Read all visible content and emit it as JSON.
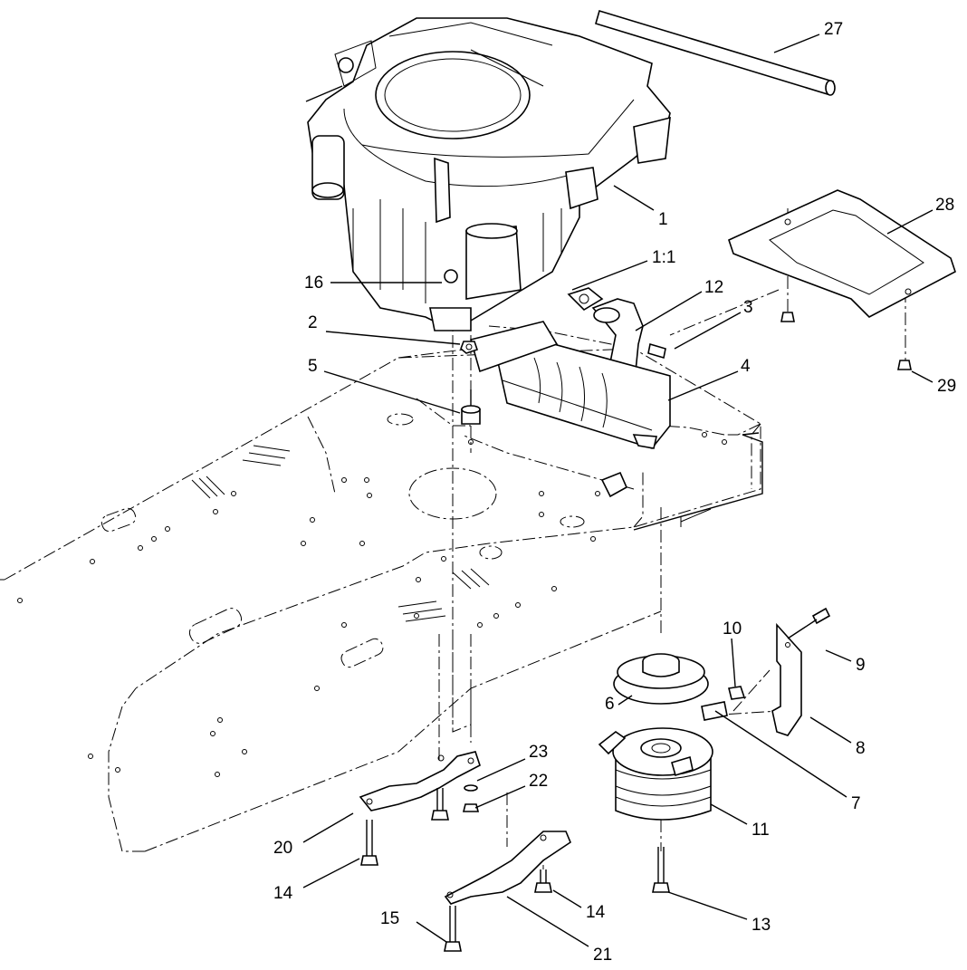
{
  "diagram": {
    "callouts": [
      {
        "id": "c27",
        "label": "27",
        "part": "tube"
      },
      {
        "id": "c28",
        "label": "28",
        "part": "gasket-plate"
      },
      {
        "id": "c1",
        "label": "1",
        "part": "engine"
      },
      {
        "id": "c1-1",
        "label": "1:1",
        "part": "exhaust-gasket"
      },
      {
        "id": "c12",
        "label": "12",
        "part": "exhaust-pipe"
      },
      {
        "id": "c3",
        "label": "3",
        "part": "bolt"
      },
      {
        "id": "c16",
        "label": "16",
        "part": "engine-mount-bolt"
      },
      {
        "id": "c2",
        "label": "2",
        "part": "nut"
      },
      {
        "id": "c5",
        "label": "5",
        "part": "spacer"
      },
      {
        "id": "c4",
        "label": "4",
        "part": "muffler"
      },
      {
        "id": "c29",
        "label": "29",
        "part": "screw"
      },
      {
        "id": "c10",
        "label": "10",
        "part": "nut"
      },
      {
        "id": "c9",
        "label": "9",
        "part": "bolt"
      },
      {
        "id": "c6",
        "label": "6",
        "part": "pulley"
      },
      {
        "id": "c8",
        "label": "8",
        "part": "bracket"
      },
      {
        "id": "c23",
        "label": "23",
        "part": "washer"
      },
      {
        "id": "c22",
        "label": "22",
        "part": "nut"
      },
      {
        "id": "c7",
        "label": "7",
        "part": "spacer"
      },
      {
        "id": "c11",
        "label": "11",
        "part": "pto-clutch"
      },
      {
        "id": "c20",
        "label": "20",
        "part": "engine-bracket"
      },
      {
        "id": "c14a",
        "label": "14",
        "part": "bolt"
      },
      {
        "id": "c14b",
        "label": "14",
        "part": "bolt"
      },
      {
        "id": "c13",
        "label": "13",
        "part": "clutch-bolt"
      },
      {
        "id": "c15",
        "label": "15",
        "part": "bolt"
      },
      {
        "id": "c21",
        "label": "21",
        "part": "engine-bracket"
      }
    ]
  }
}
